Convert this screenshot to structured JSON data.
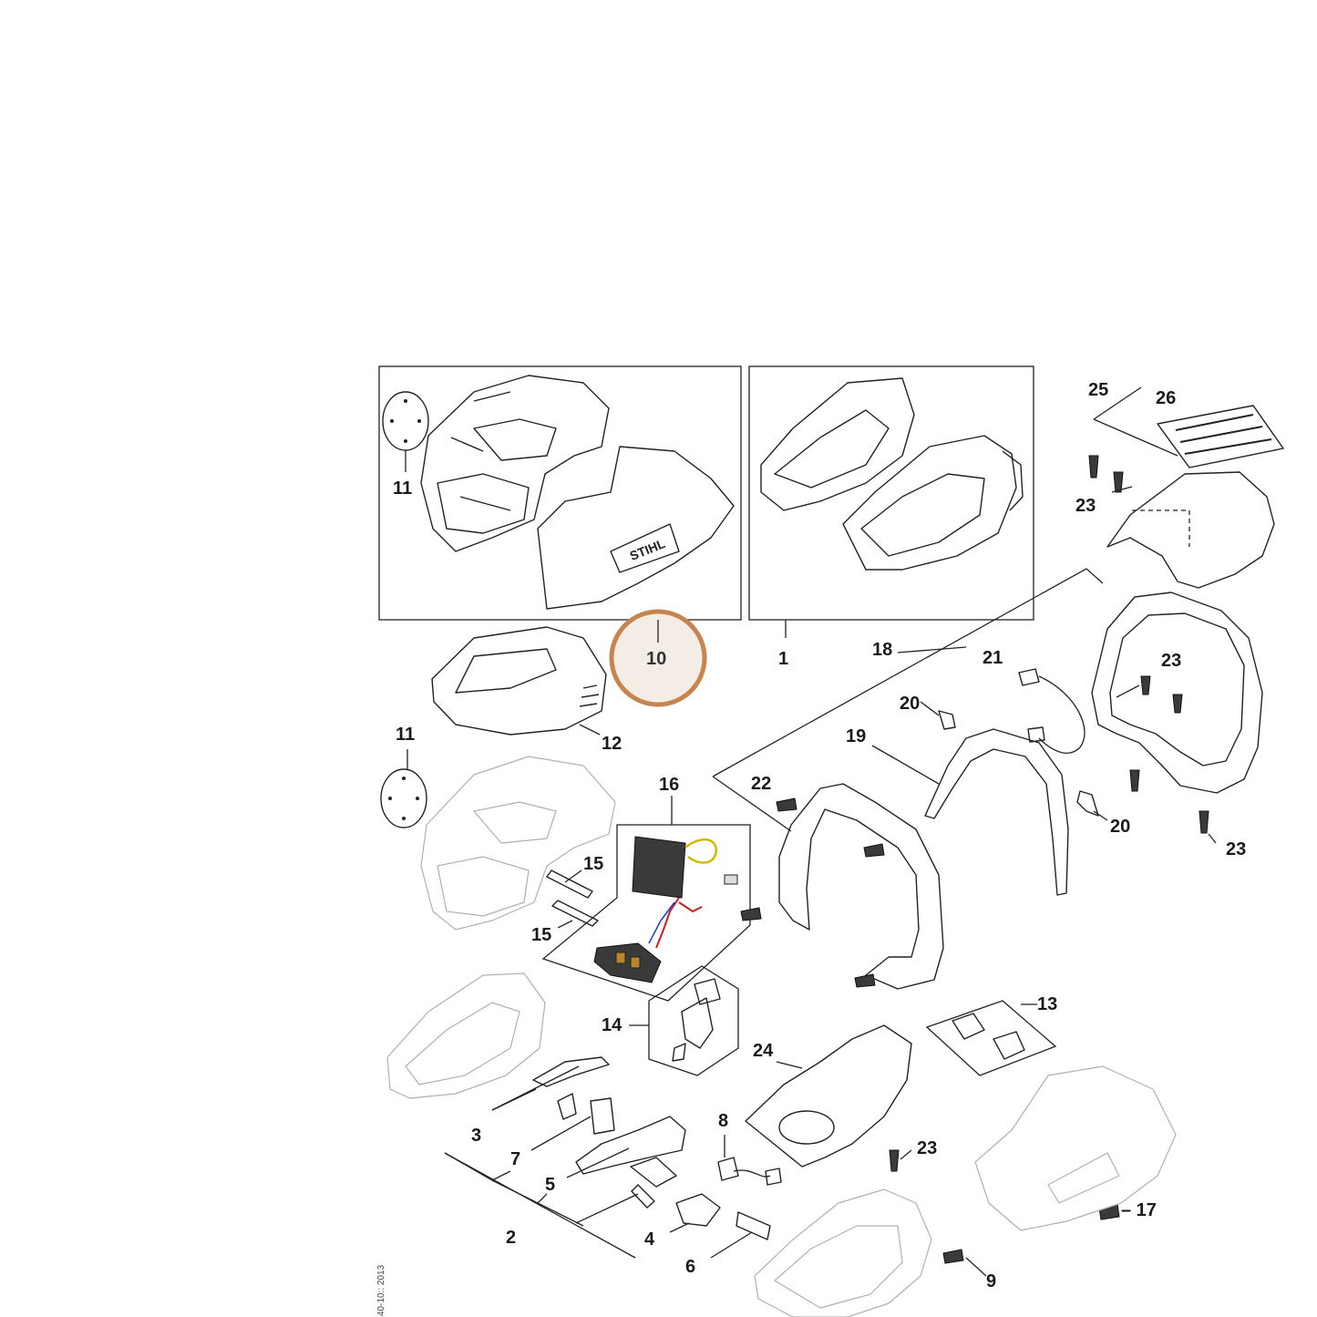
{
  "diagram": {
    "brand_text": "STIHL",
    "highlight_color": "#c8844e",
    "highlight_fill": "#f4ede6",
    "hotspot_label": "10",
    "ref_code": "40-10:: 2013",
    "callouts": [
      {
        "id": "c1",
        "label": "1"
      },
      {
        "id": "c2",
        "label": "2"
      },
      {
        "id": "c3",
        "label": "3"
      },
      {
        "id": "c4",
        "label": "4"
      },
      {
        "id": "c5",
        "label": "5"
      },
      {
        "id": "c6",
        "label": "6"
      },
      {
        "id": "c7",
        "label": "7"
      },
      {
        "id": "c8",
        "label": "8"
      },
      {
        "id": "c9",
        "label": "9"
      },
      {
        "id": "c11a",
        "label": "11"
      },
      {
        "id": "c11b",
        "label": "11"
      },
      {
        "id": "c12",
        "label": "12"
      },
      {
        "id": "c13",
        "label": "13"
      },
      {
        "id": "c14",
        "label": "14"
      },
      {
        "id": "c15a",
        "label": "15"
      },
      {
        "id": "c15b",
        "label": "15"
      },
      {
        "id": "c16",
        "label": "16"
      },
      {
        "id": "c17",
        "label": "– 17"
      },
      {
        "id": "c18",
        "label": "18"
      },
      {
        "id": "c19",
        "label": "19"
      },
      {
        "id": "c20a",
        "label": "20"
      },
      {
        "id": "c20b",
        "label": "20"
      },
      {
        "id": "c21",
        "label": "21"
      },
      {
        "id": "c22",
        "label": "22"
      },
      {
        "id": "c23a",
        "label": "23"
      },
      {
        "id": "c23b",
        "label": "23"
      },
      {
        "id": "c23c",
        "label": "23"
      },
      {
        "id": "c23d",
        "label": "23"
      },
      {
        "id": "c24",
        "label": "24"
      },
      {
        "id": "c25",
        "label": "25"
      },
      {
        "id": "c26",
        "label": "26"
      }
    ]
  }
}
